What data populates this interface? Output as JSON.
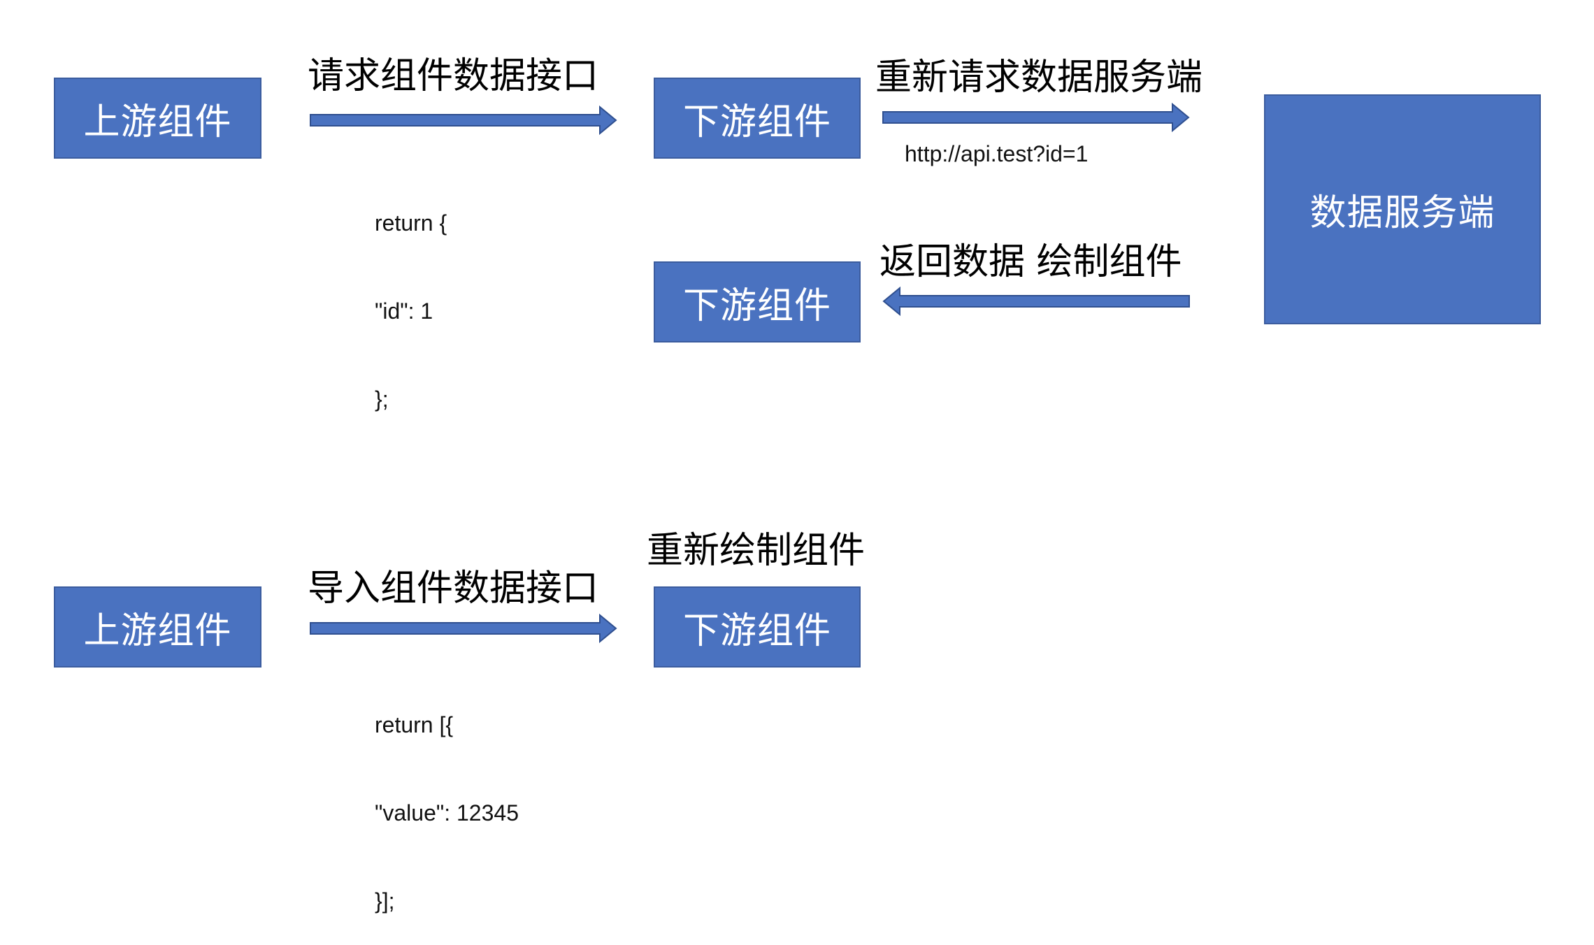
{
  "flow1": {
    "upstream_label": "上游组件",
    "request_label": "请求组件数据接口",
    "request_code": [
      "return {",
      "\"id\": 1",
      "};"
    ],
    "downstream_label": "下游组件",
    "refetch_label": "重新请求数据服务端",
    "url": "http://api.test?id=1",
    "server_label": "数据服务端",
    "return_label": "返回数据 绘制组件",
    "downstream_result_label": "下游组件"
  },
  "flow2": {
    "upstream_label": "上游组件",
    "import_label": "导入组件数据接口",
    "import_code": [
      "return [{",
      "\"value\": 12345",
      "}];"
    ],
    "redraw_label": "重新绘制组件",
    "downstream_label": "下游组件"
  },
  "colors": {
    "box_fill": "#4a72c0",
    "box_border": "#3b5c9e",
    "arrow_fill": "#4a72c0",
    "arrow_stroke": "#2f4f8f"
  }
}
